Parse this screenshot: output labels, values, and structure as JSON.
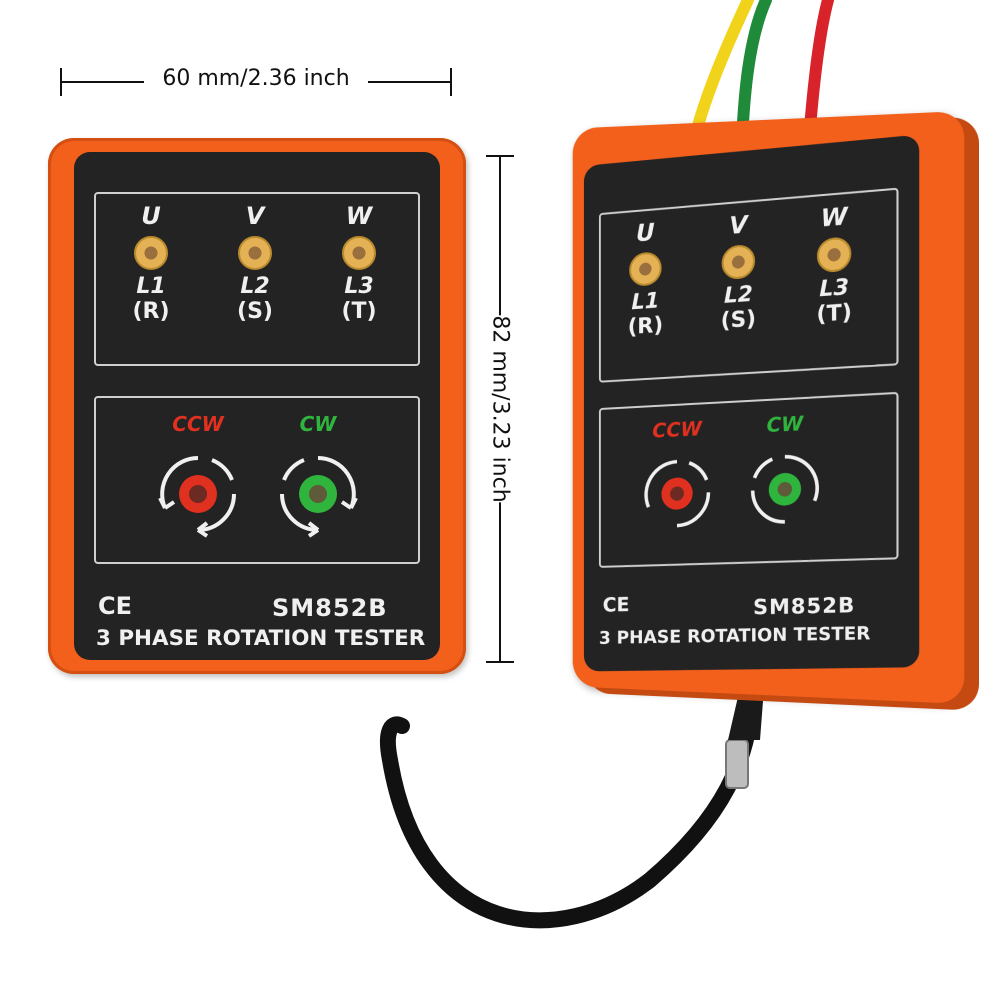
{
  "dimensions": {
    "width_label": "60 mm/2.36 inch",
    "height_label": "82 mm/3.23 inch"
  },
  "device": {
    "phases": [
      {
        "letter": "U",
        "line": "L1",
        "code": "(R)"
      },
      {
        "letter": "V",
        "line": "L2",
        "code": "(S)"
      },
      {
        "letter": "W",
        "line": "L3",
        "code": "(T)"
      }
    ],
    "rotation": {
      "ccw_label": "CCW",
      "cw_label": "CW"
    },
    "ce_mark": "CE",
    "model": "SM852B",
    "title": "3 PHASE ROTATION TESTER"
  },
  "colors": {
    "housing": "#f2601c",
    "face": "#232323",
    "ccw": "#e0301f",
    "cw": "#2fb53e",
    "lamp": "#e4b254",
    "wire_yellow": "#f2d31b",
    "wire_green": "#1f8a3a",
    "wire_red": "#d8232a"
  },
  "icons": [
    "rotation-arrows-icon",
    "ccw-lamp-icon",
    "cw-lamp-icon",
    "ce-mark-icon"
  ]
}
